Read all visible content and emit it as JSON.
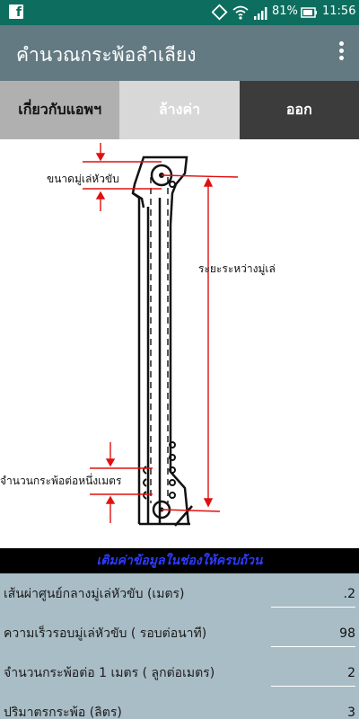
{
  "status_bar": {
    "battery_percent": "81%",
    "time": "11:56",
    "icons": [
      "facebook-icon",
      "sync-icon",
      "wifi-icon",
      "signal-icon",
      "battery-icon"
    ]
  },
  "app_bar": {
    "title": "คำนวณกระพ้อลำเลียง",
    "overflow_icon": "overflow-menu-icon"
  },
  "buttons": {
    "about": "เกี่ยวกับแอพฯ",
    "clear": "ล้างค่า",
    "exit": "ออก"
  },
  "diagram": {
    "label_pulley_size": "ขนาดมู่เล่หัวขับ",
    "label_pulley_distance": "ระยะระหว่างมู่เล่",
    "label_buckets_per_meter": "จำนวนกระพ้อต่อหนึ่งเมตร"
  },
  "instruction": "เติมค่าข้อมูลในช่องให้ครบถ้วน",
  "form": {
    "fields": [
      {
        "label": "เส้นผ่าศูนย์กลางมู่เล่หัวขับ (เมตร)",
        "value": ".2"
      },
      {
        "label": "ความเร็วรอบมู่เล่หัวขับ ( รอบต่อนาที)",
        "value": "98"
      },
      {
        "label": "จำนวนกระพ้อต่อ 1 เมตร ( ลูกต่อเมตร)",
        "value": "2"
      },
      {
        "label": "ปริมาตรกระพ้อ (ลิตร)",
        "value": "3"
      }
    ]
  },
  "colors": {
    "status_bar": "#0d6e5f",
    "app_bar": "#647a83",
    "annotation_red": "#e01010",
    "instruction_text": "#2d3bff",
    "form_bg": "#a9bdc6"
  }
}
